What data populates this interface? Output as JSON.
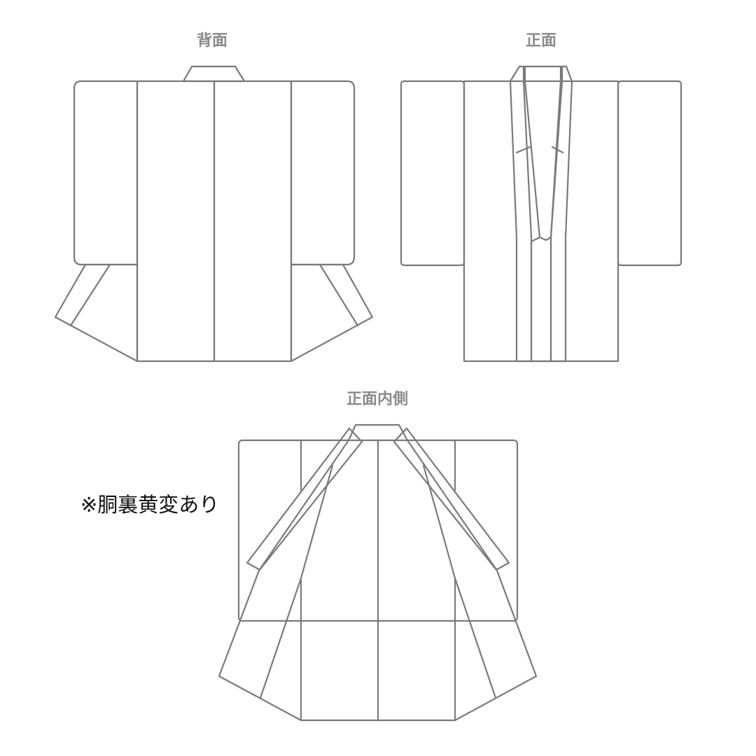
{
  "views": {
    "back": {
      "title": "背面"
    },
    "front": {
      "title": "正面"
    },
    "inner": {
      "title": "正面内側"
    }
  },
  "note": "※胴裏黄変あり",
  "colors": {
    "outer_fabric": "#b5e2e0",
    "lining": "#d7e8ee",
    "outline": "#7a7a7a",
    "title_text": "#8a8a8a",
    "note_text": "#111111"
  }
}
